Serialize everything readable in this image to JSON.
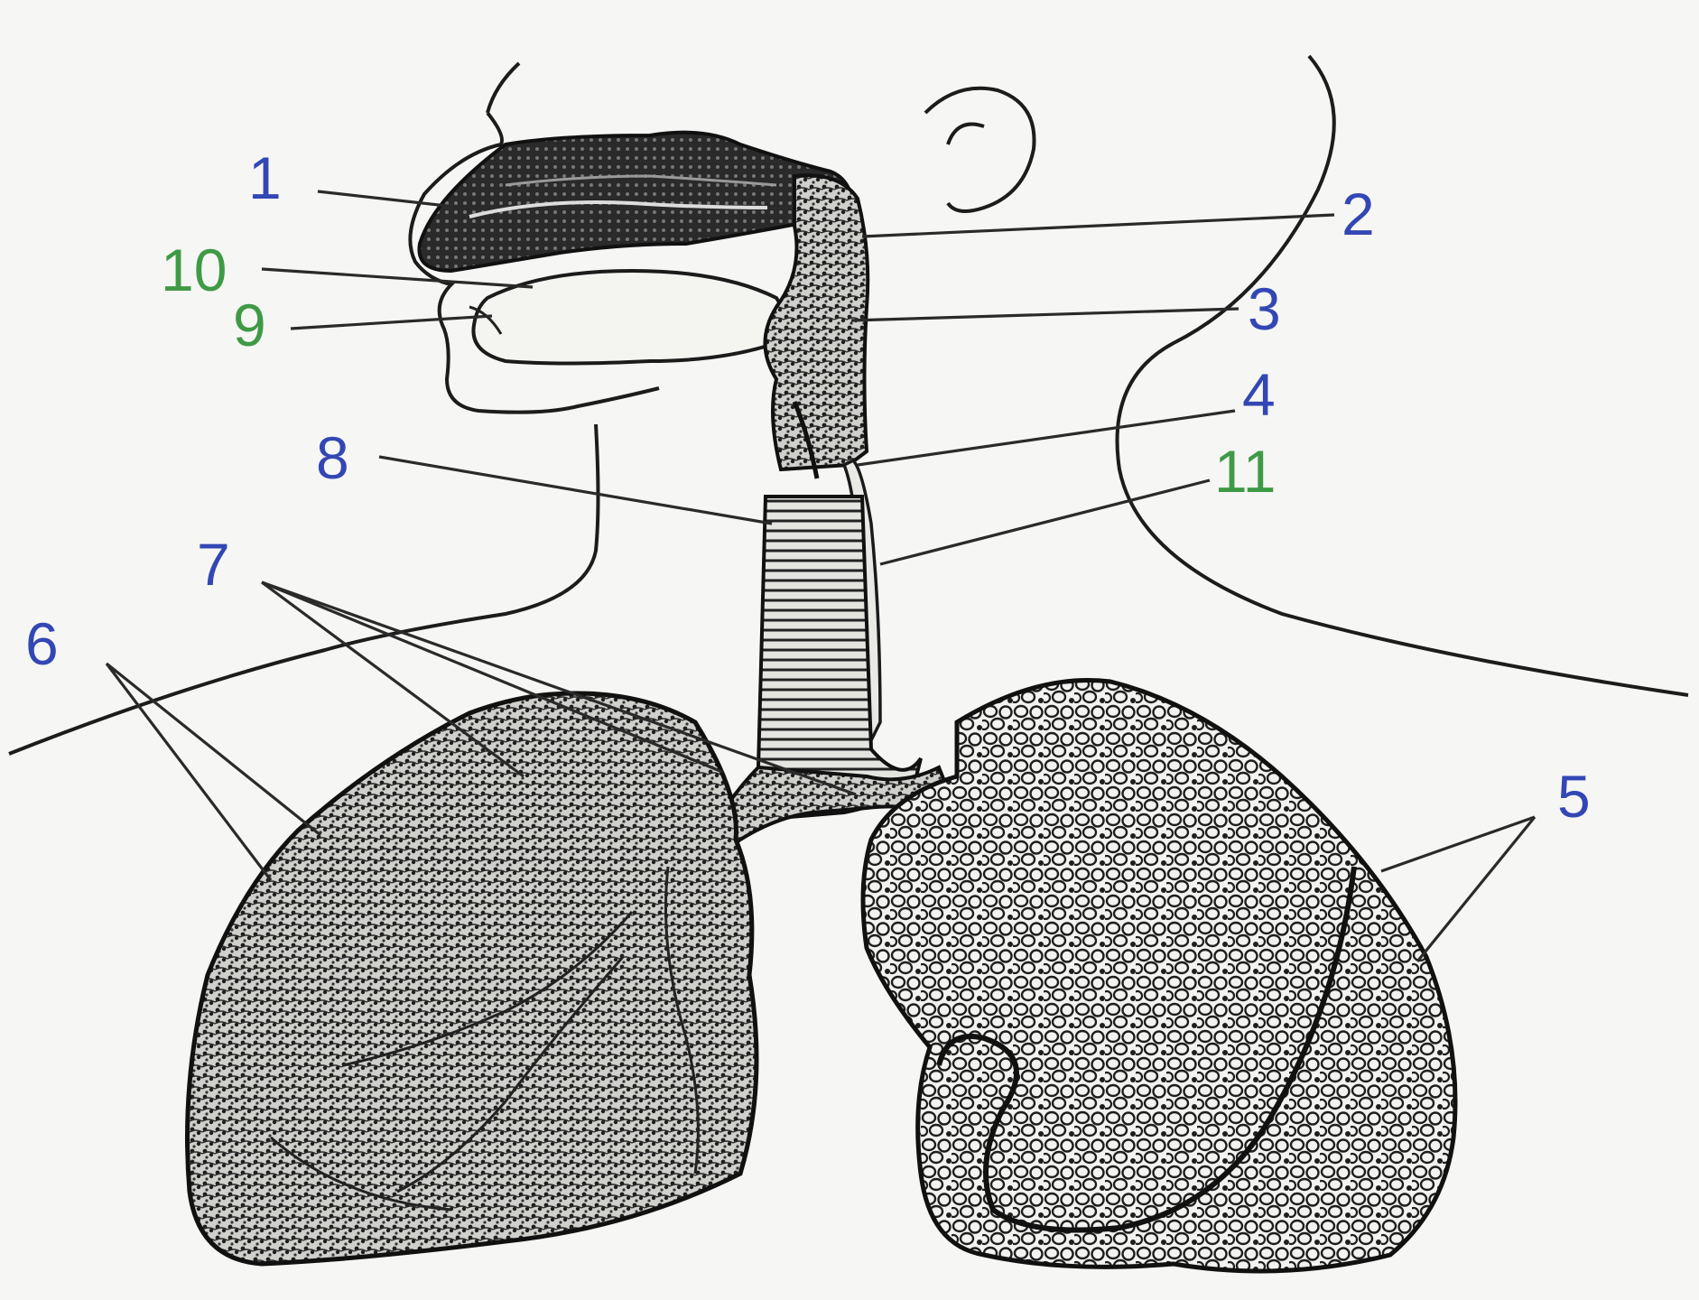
{
  "colors": {
    "blue_label": "#3347b4",
    "green_label": "#3f9a45",
    "line": "#2a2a2a",
    "background": "#f6f6f4"
  },
  "labels": [
    {
      "id": "1",
      "text": "1",
      "color": "blue"
    },
    {
      "id": "2",
      "text": "2",
      "color": "blue"
    },
    {
      "id": "3",
      "text": "3",
      "color": "blue"
    },
    {
      "id": "4",
      "text": "4",
      "color": "blue"
    },
    {
      "id": "5",
      "text": "5",
      "color": "blue"
    },
    {
      "id": "6",
      "text": "6",
      "color": "blue"
    },
    {
      "id": "7",
      "text": "7",
      "color": "blue"
    },
    {
      "id": "8",
      "text": "8",
      "color": "blue"
    },
    {
      "id": "9",
      "text": "9",
      "color": "green"
    },
    {
      "id": "10",
      "text": "10",
      "color": "green"
    },
    {
      "id": "11",
      "text": "11",
      "color": "green"
    }
  ]
}
